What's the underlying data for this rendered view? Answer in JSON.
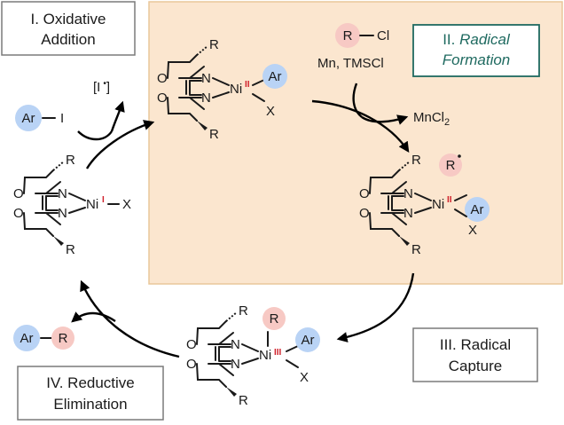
{
  "colors": {
    "panel_fill": "#fbe6cf",
    "panel_border": "#e9c79a",
    "ar_bubble": "#b9d3f5",
    "r_bubble": "#f7c9c4",
    "oxidation_state": "#d0202a",
    "radical_title": "#1f6a60"
  },
  "steps": {
    "oxidative_addition": {
      "line1": "I. Oxidative",
      "line2": "Addition"
    },
    "radical_formation": {
      "line1_prefix": "II. ",
      "line1_italic": "Radical",
      "line2": "Formation"
    },
    "radical_capture": {
      "line1": "III. Radical",
      "line2": "Capture"
    },
    "reductive_elimination": {
      "line1": "IV. Reductive",
      "line2": "Elimination"
    }
  },
  "reagents": {
    "aryl": "Ar",
    "iodide": "I",
    "iodine_radical_open": "[I",
    "iodine_radical_close": "]",
    "alkyl": "R",
    "chloride": "Cl",
    "reductant": "Mn, TMSCl",
    "byproduct_prefix": "MnCl",
    "byproduct_sub": "2",
    "radical": "R",
    "product_ar": "Ar",
    "product_r": "R"
  },
  "complexes": {
    "ni_i": {
      "metal": "Ni",
      "ox": "I",
      "ligands": [
        "X"
      ]
    },
    "ni_ii_ar": {
      "metal": "Ni",
      "ox": "II",
      "ligands": [
        "Ar",
        "X"
      ]
    },
    "ni_ii_radical": {
      "metal": "Ni",
      "ox": "II",
      "ligands": [
        "Ar",
        "X"
      ]
    },
    "ni_iii": {
      "metal": "Ni",
      "ox": "III",
      "ligands": [
        "R",
        "Ar",
        "X"
      ]
    }
  },
  "ligand_atoms": {
    "oxygen": "O",
    "nitrogen": "N",
    "substituent": "R"
  }
}
